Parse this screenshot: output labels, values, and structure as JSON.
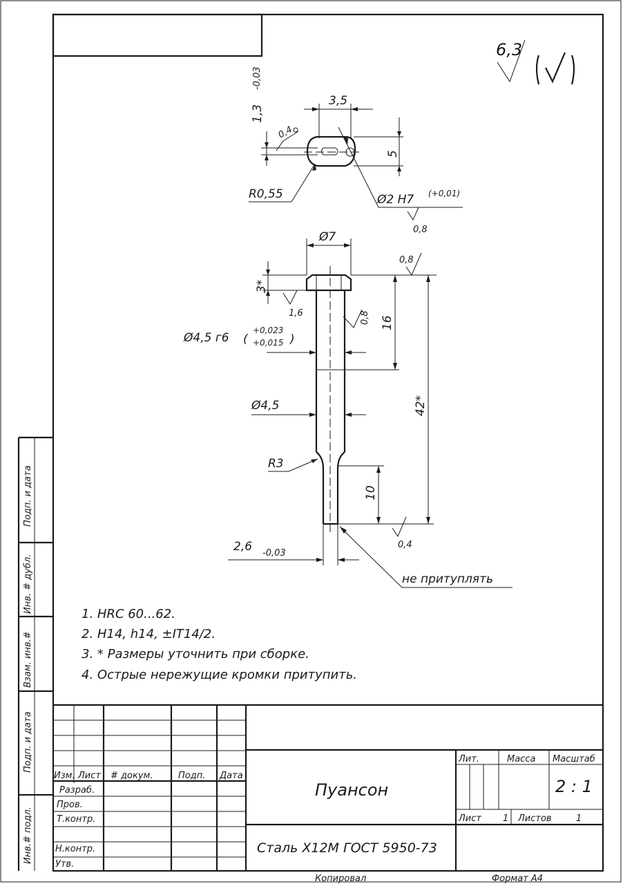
{
  "roughness": {
    "general": "6,3",
    "top_face": "0,8",
    "head_side": "1,6",
    "shank": "0,8",
    "hole": "0,8",
    "tip": "0,4",
    "flat": "0,4"
  },
  "detail_view": {
    "dim_thickness": "1,3",
    "dim_thickness_tol": "-0,03",
    "dim_width": "3,5",
    "dim_height": "5",
    "radius": "R0,55",
    "hole": "Ø2 H7",
    "hole_tol": "(+0,01)"
  },
  "part_view": {
    "head_diameter": "Ø7",
    "head_height": "3*",
    "fit_diameter": "Ø4,5 г6",
    "fit_tol_upper": "+0,023",
    "fit_tol_lower": "+0,015",
    "len_fit": "16",
    "shank_diameter": "Ø4,5",
    "fillet": "R3",
    "tip_length": "10",
    "total_length": "42*",
    "tip_diameter": "2,6",
    "tip_tol": "-0,03",
    "tip_note": "не притуплять"
  },
  "notes": [
    "1. HRC 60...62.",
    "2. H14, h14, ±IT14/2.",
    "3. * Размеры уточнить при сборке.",
    "4. Острые нережущие кромки притупить."
  ],
  "side_stamps": {
    "s1": "Подп. и дата",
    "s2": "Инв. # дубл.",
    "s3": "Взам. инв.#",
    "s4": "Подп. и дата",
    "s5": "Инв.# подл."
  },
  "title_block": {
    "col_izm": "Изм.",
    "col_list": "Лист",
    "col_doc": "# докум.",
    "col_sign": "Подп.",
    "col_date": "Дата",
    "razrab": "Разраб.",
    "prov": "Пров.",
    "tkontr": "Т.контр.",
    "nkontr": "Н.контр.",
    "utv": "Утв.",
    "name": "Пуансон",
    "lit": "Лит.",
    "mass": "Масса",
    "scale_label": "Масштаб",
    "scale": "2 : 1",
    "sheet_label": "Лист",
    "sheet_num": "1",
    "sheets_label": "Листов",
    "sheets_num": "1",
    "material": "Сталь Х12М ГОСТ 5950-73",
    "copied": "Копировал",
    "format": "Формат  А4"
  }
}
